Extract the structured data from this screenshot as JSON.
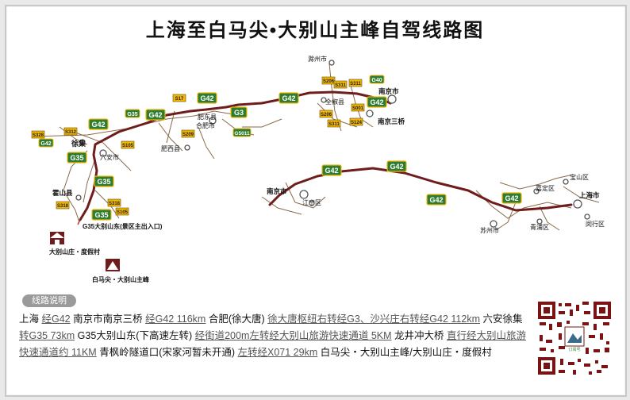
{
  "title": "上海至白马尖•大别山主峰自驾线路图",
  "colors": {
    "route": "#6e1c1c",
    "expressway_green": "#2e7d32",
    "provincial_yellow": "#f2b705",
    "road": "#8a6a4a"
  },
  "places": {
    "chuzhou": "滁州市",
    "nanjing_top": "南京市",
    "nanjing_sanqiao": "南京三桥",
    "quanjiao": "全椒县",
    "feidong": "肥东县",
    "hefei": "合肥市",
    "feixi": "肥西县",
    "xuji": "徐集",
    "luan": "六安市",
    "huoshan": "霍山县",
    "g35_exit": "G35大别山东(景区主出入口)",
    "resort": "大别山庄・度假村",
    "summit": "白马尖・大别山主峰",
    "nanjing_mid": "南京市",
    "jiangning": "江宁区",
    "suzhou": "苏州市",
    "jiading": "嘉定区",
    "baoshan": "宝山区",
    "shanghai": "上海市",
    "qingpu": "青浦区",
    "minhang": "闵行区"
  },
  "shields": {
    "g42": "G42",
    "g3": "G3",
    "g35": "G35",
    "g40": "G40",
    "g5011": "G5011",
    "s17": "S17",
    "s311": "S311",
    "s206": "S206",
    "s001": "S001",
    "s124": "S124",
    "s318": "S318",
    "s105": "S105",
    "s312": "S312",
    "s209": "S209",
    "s328": "S328"
  },
  "legend": {
    "title": "线路说明"
  },
  "route": {
    "seg1": "上海",
    "seg2": "经G42",
    "seg3": "南京市南京三桥",
    "seg4": "经G42 116km",
    "seg5": "合肥(徐大唐)",
    "seg6": "徐大唐枢纽右转经G3、沙兴庄右转经G42 112km",
    "seg7": "六安徐集",
    "seg8": "转G35 73km",
    "seg9": "G35大别山东(下高速左转)",
    "seg10": "经街道200m左转经大别山旅游快速通道 5KM",
    "seg11": "龙井冲大桥",
    "seg12": "直行经大别山旅游快速通道约 11KM",
    "seg13": "青枫岭隧道口(宋家河暂未开通)",
    "seg14": "左转经X071 29km",
    "seg15": "白马尖・大别山主峰/大别山庄・度假村"
  },
  "qr_caption": "订阅号"
}
